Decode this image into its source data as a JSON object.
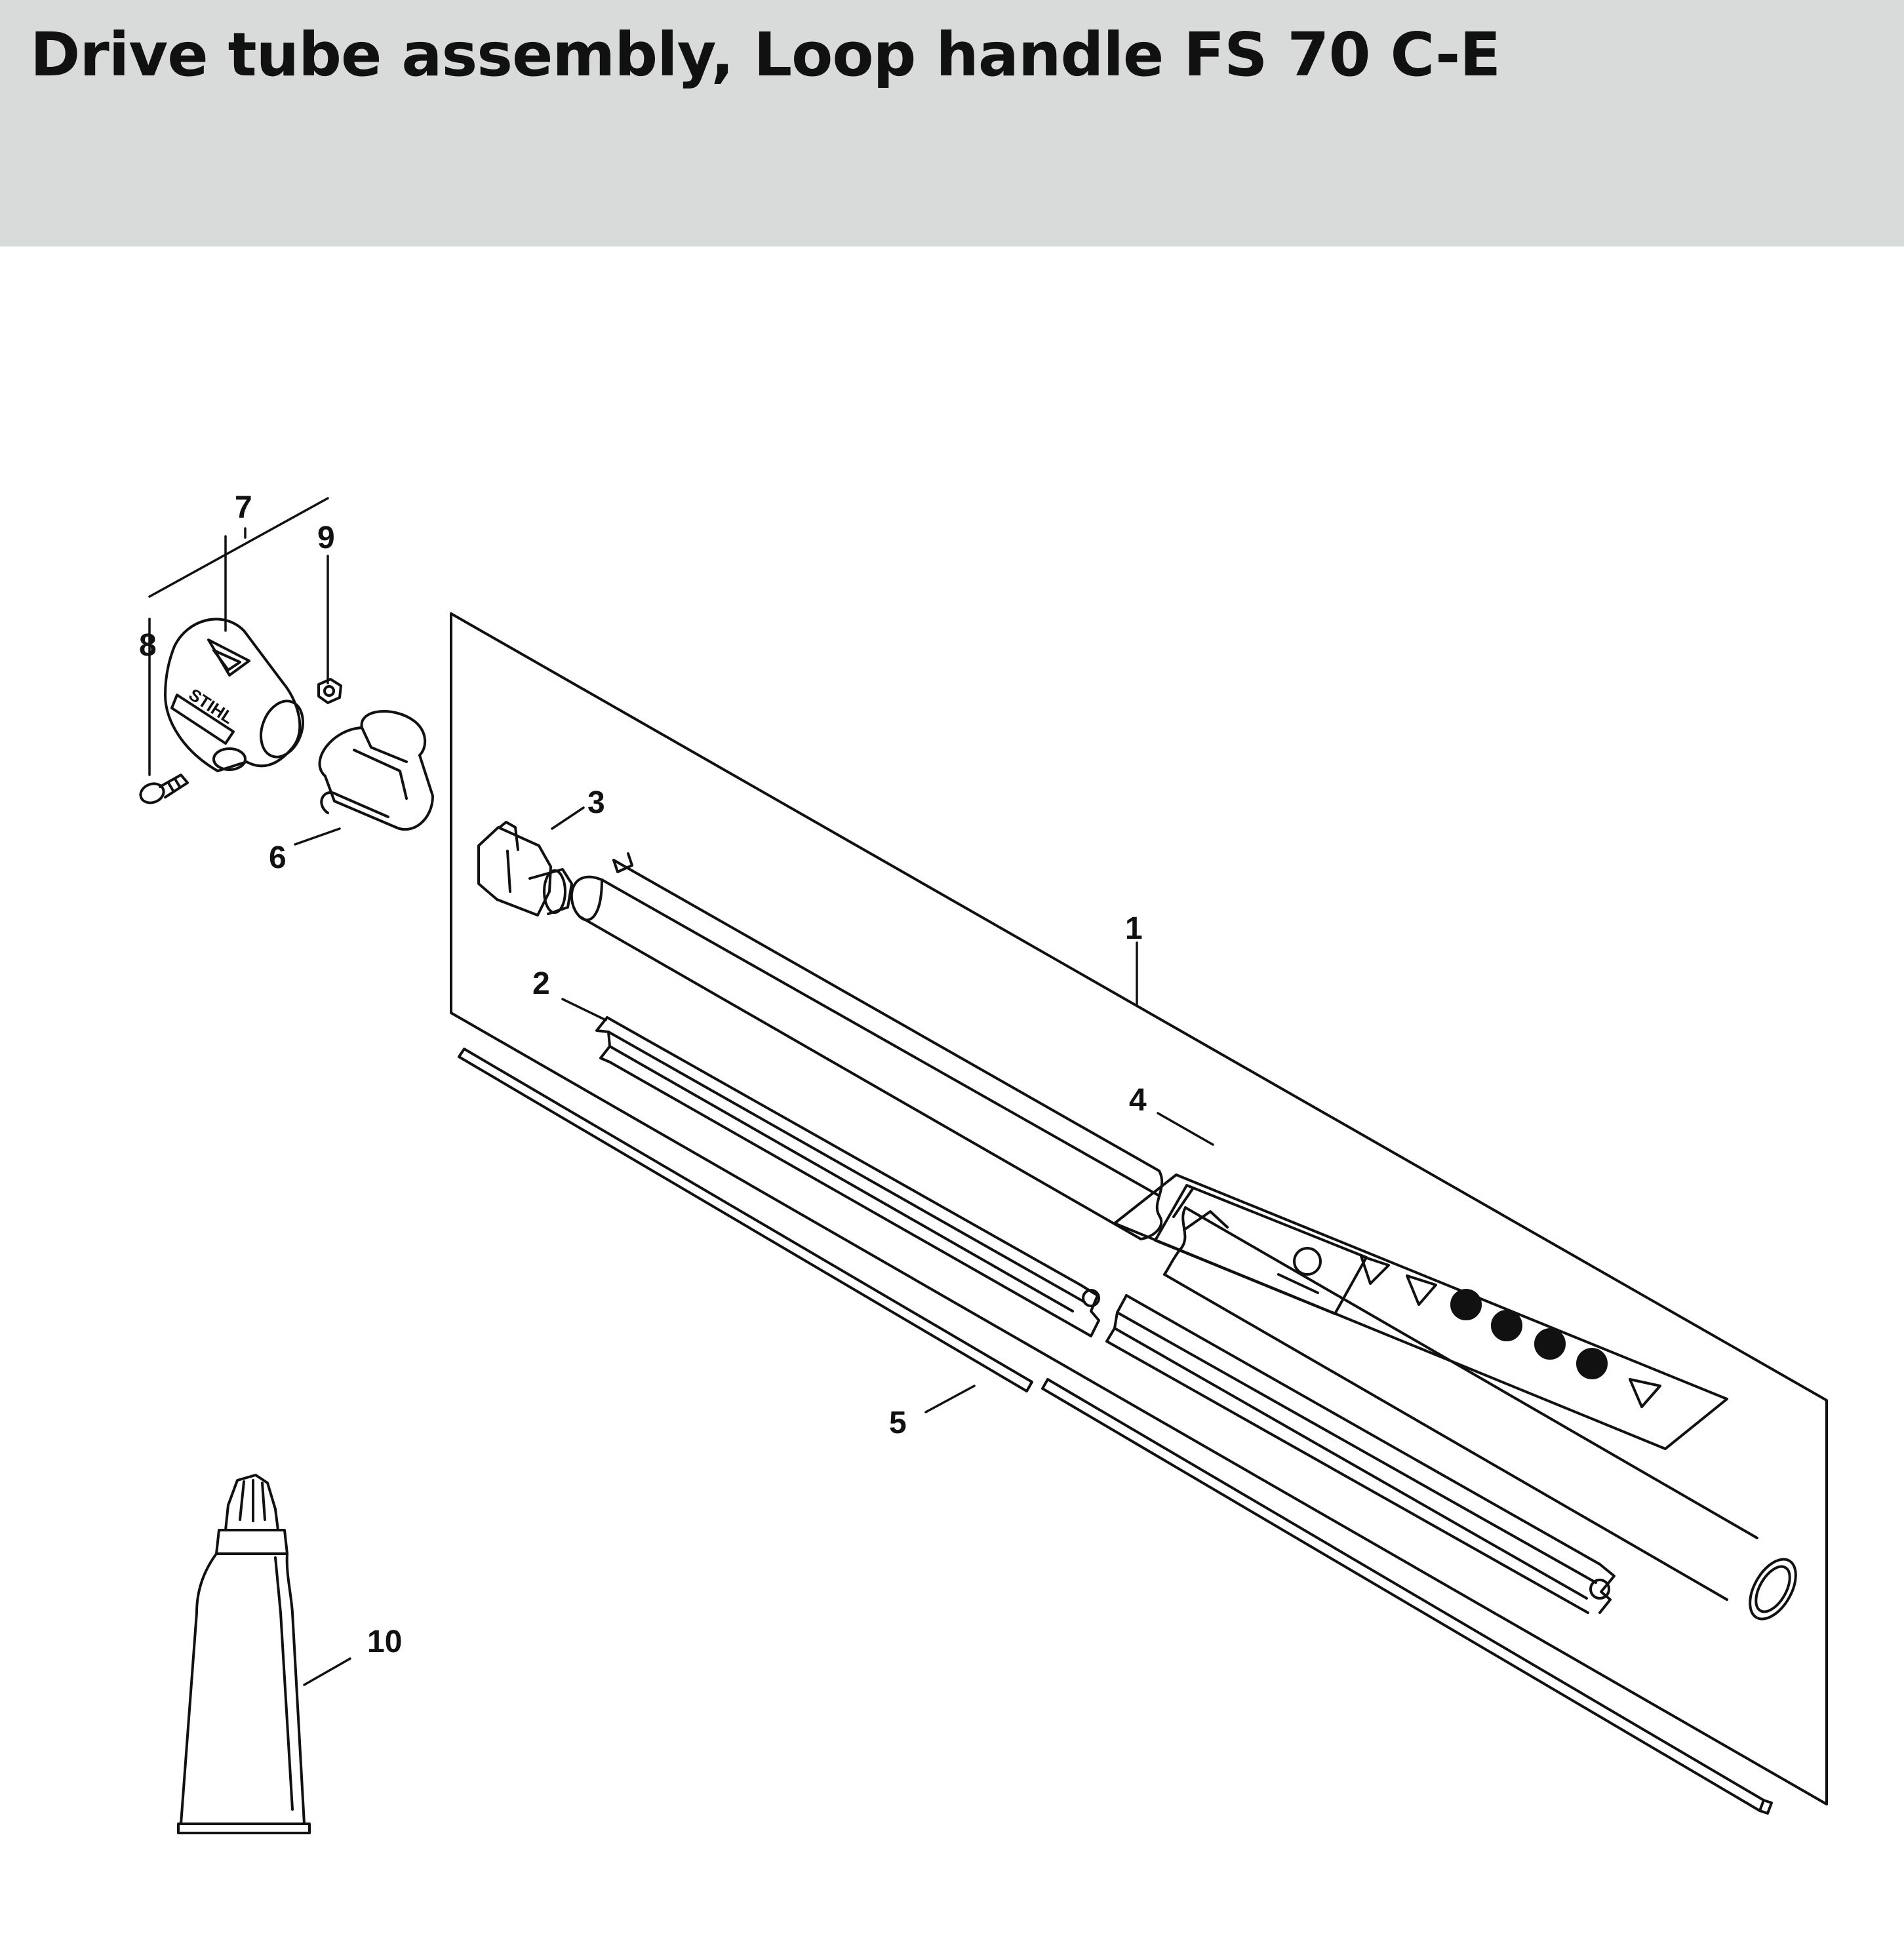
{
  "header": {
    "title": "Drive tube assembly, Loop handle FS 70 C-E",
    "background": "#d9dada"
  },
  "diagram": {
    "line_color": "#111111",
    "logo_text": "STIHL",
    "callouts": [
      "1",
      "2",
      "3",
      "4",
      "5",
      "6",
      "7",
      "8",
      "9",
      "10"
    ]
  }
}
